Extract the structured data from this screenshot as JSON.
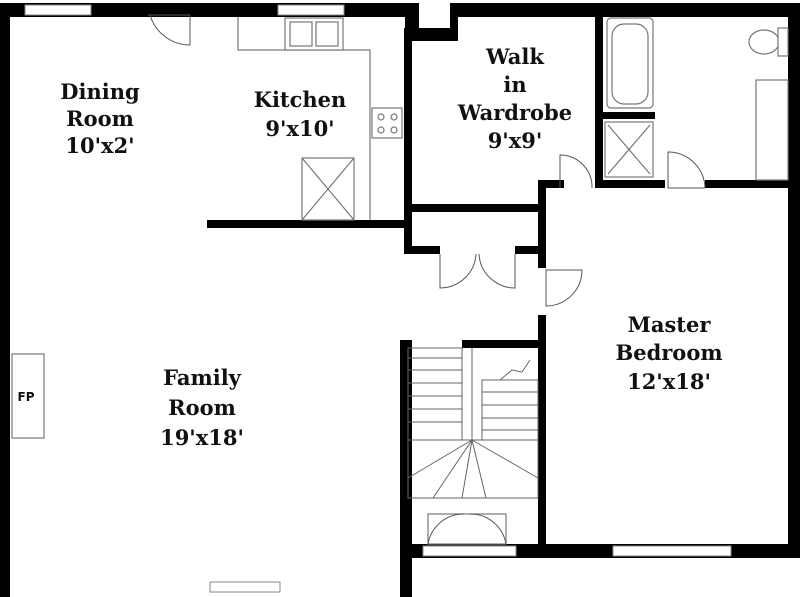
{
  "floor_plan": {
    "rooms": {
      "dining": {
        "name_lines": [
          "Dining",
          "Room"
        ],
        "size": "10'x2'"
      },
      "kitchen": {
        "name_lines": [
          "Kitchen"
        ],
        "size": "9'x10'"
      },
      "walk_in": {
        "name_lines": [
          "Walk",
          "in",
          "Wardrobe"
        ],
        "size": "9'x9'"
      },
      "family": {
        "name_lines": [
          "Family",
          "Room"
        ],
        "size": "19'x18'"
      },
      "master": {
        "name_lines": [
          "Master",
          "Bedroom"
        ],
        "size": "12'x18'"
      }
    },
    "fireplace_label": "FP"
  }
}
